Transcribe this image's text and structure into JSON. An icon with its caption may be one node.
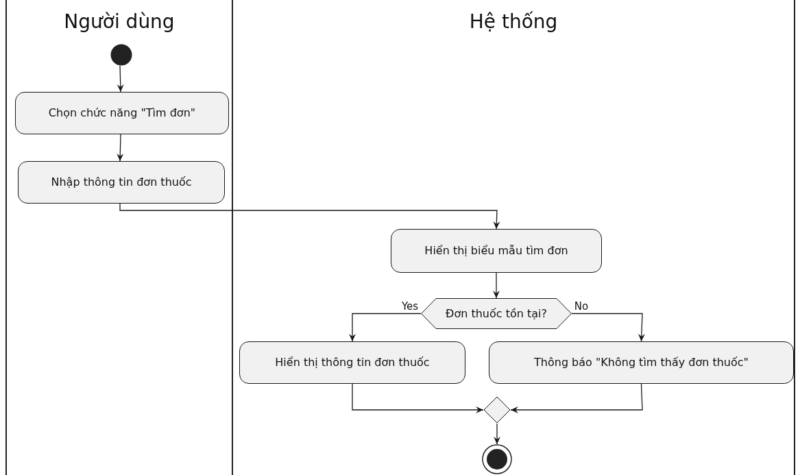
{
  "diagram": {
    "nodes": [
      {
        "text": [
          "Người dùng"
        ]
      },
      {
        "text": [
          "Hệ thống"
        ]
      },
      {
        "text": [],
        "shape": "circle",
        "in": 0
      },
      {
        "text": [
          "Chọn chức năng \"Tìm đơn\""
        ],
        "in": 0
      },
      {
        "text": [
          "Nhập thông tin đơn thuốc"
        ],
        "in": 0
      },
      {
        "text": [
          "Hiển thị biểu mẫu tìm đơn"
        ],
        "in": 1
      },
      {
        "text": [
          "Đơn thuốc tồn tại?"
        ],
        "in": 1
      },
      {
        "text": [
          "Hiển thị thông tin đơn thuốc"
        ],
        "in": 1
      },
      {
        "text": [
          "Thông báo \"Không tìm thấy đơn thuốc\""
        ],
        "in": 1
      },
      {
        "text": [],
        "shape": "diamond",
        "in": 1
      },
      {
        "text": [],
        "shape": "bullseye",
        "in": 1
      }
    ],
    "edges": [
      {
        "from": 2,
        "to": 3,
        "arrow": "to"
      },
      {
        "from": 3,
        "to": 4,
        "arrow": "to"
      },
      {
        "from": 4,
        "to": 5,
        "arrow": "to"
      },
      {
        "from": 5,
        "to": 6,
        "arrow": "to"
      },
      {
        "from": 6,
        "to": 7,
        "label": "Yes",
        "arrow": "to"
      },
      {
        "from": 6,
        "to": 8,
        "label": "No",
        "arrow": "to"
      },
      {
        "from": 7,
        "to": 9,
        "arrow": "to"
      },
      {
        "from": 8,
        "to": 9,
        "arrow": "to"
      },
      {
        "from": 9,
        "to": 10,
        "arrow": "to"
      }
    ]
  }
}
